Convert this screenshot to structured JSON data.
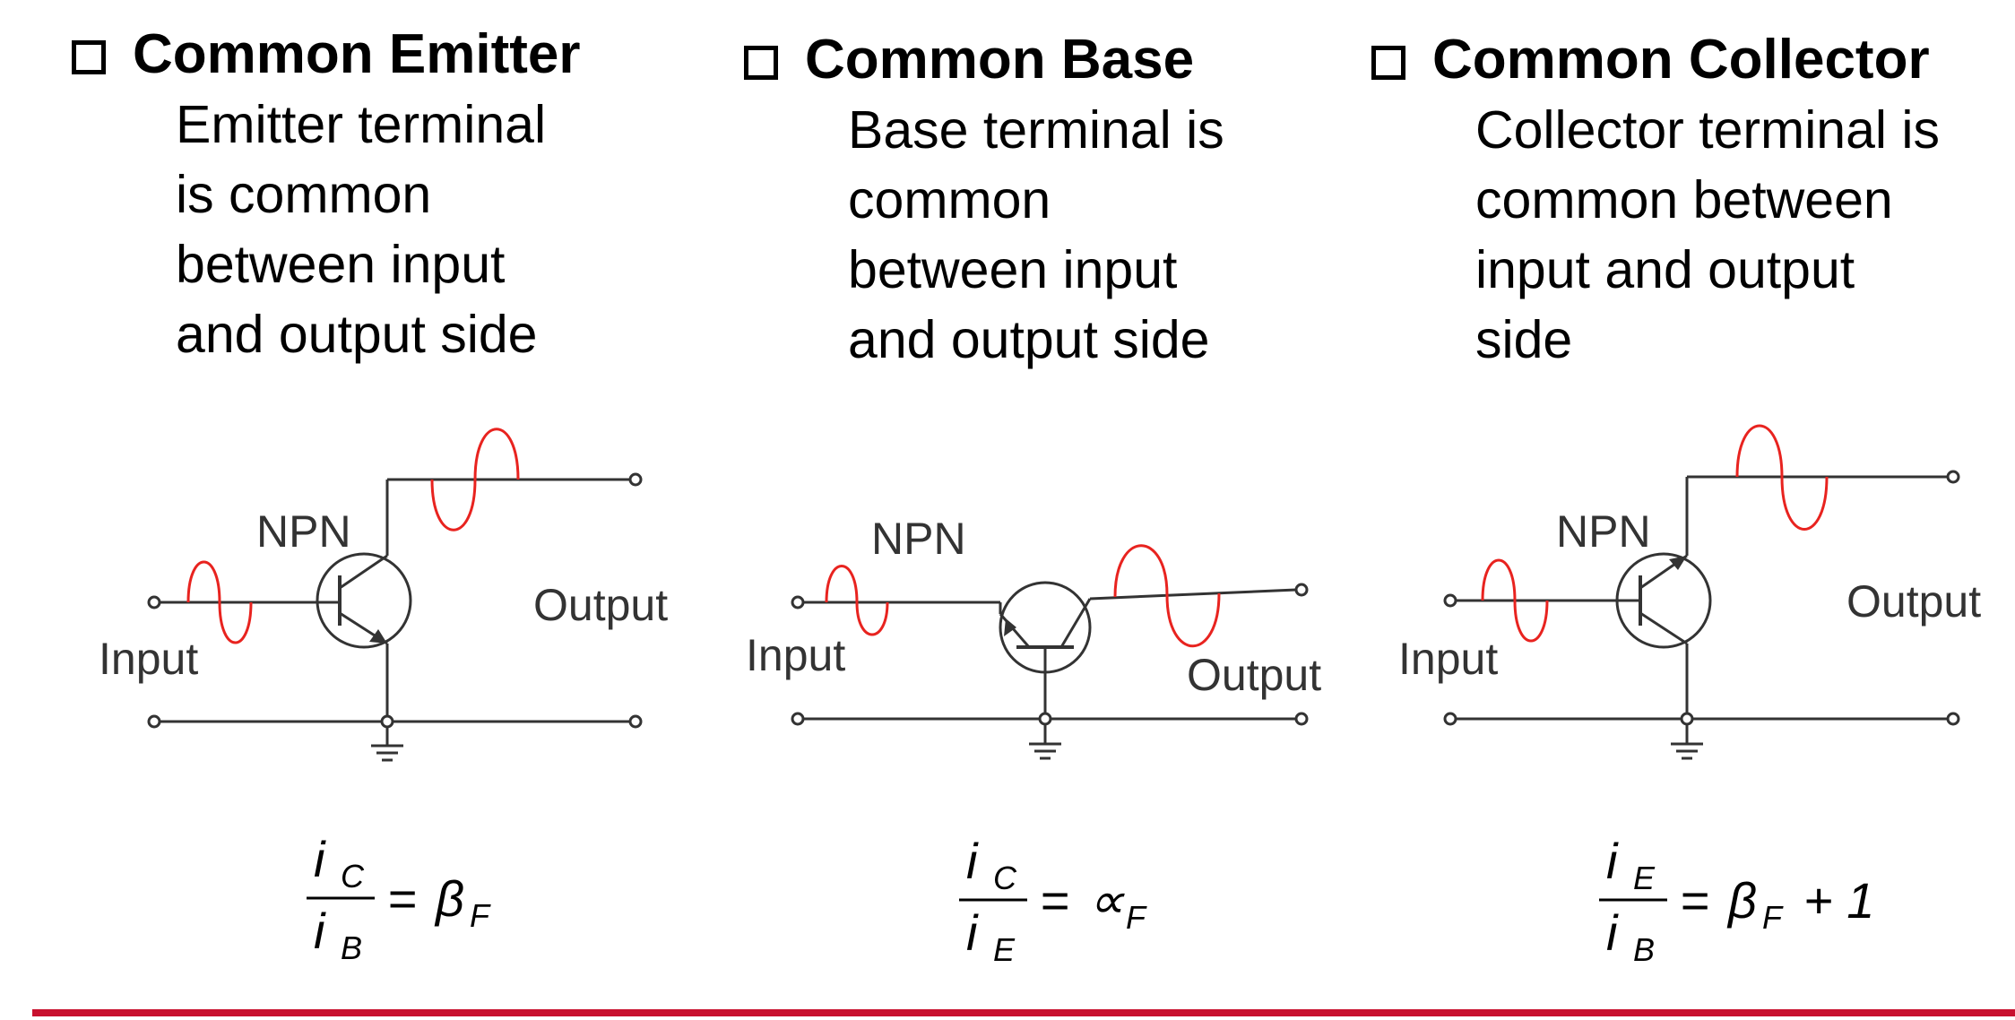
{
  "colors": {
    "wire": "#333333",
    "signal": "#e8231f",
    "rule": "#c8102e"
  },
  "configs": [
    {
      "heading": "Common Emitter",
      "description": [
        "Emitter terminal",
        "is common",
        "between input",
        "and output side"
      ],
      "transistor_label": "NPN",
      "input_label": "Input",
      "output_label": "Output",
      "formula": {
        "numerator": "i",
        "numerator_sub": "C",
        "denominator": "i",
        "denominator_sub": "B",
        "rhs": "β",
        "rhs_sub": "F",
        "rhs_extra": ""
      }
    },
    {
      "heading": "Common Base",
      "description": [
        "Base terminal is",
        "common",
        "between input",
        "and output side"
      ],
      "transistor_label": "NPN",
      "input_label": "Input",
      "output_label": "Output",
      "formula": {
        "numerator": "i",
        "numerator_sub": "C",
        "denominator": "i",
        "denominator_sub": "E",
        "rhs": "∝",
        "rhs_sub": "F",
        "rhs_extra": ""
      }
    },
    {
      "heading": "Common Collector",
      "description": [
        "Collector terminal is",
        "common between",
        "input and output",
        "side"
      ],
      "transistor_label": "NPN",
      "input_label": "Input",
      "output_label": "Output",
      "formula": {
        "numerator": "i",
        "numerator_sub": "E",
        "denominator": "i",
        "denominator_sub": "B",
        "rhs": "β",
        "rhs_sub": "F",
        "rhs_extra": "+ 1"
      }
    }
  ]
}
